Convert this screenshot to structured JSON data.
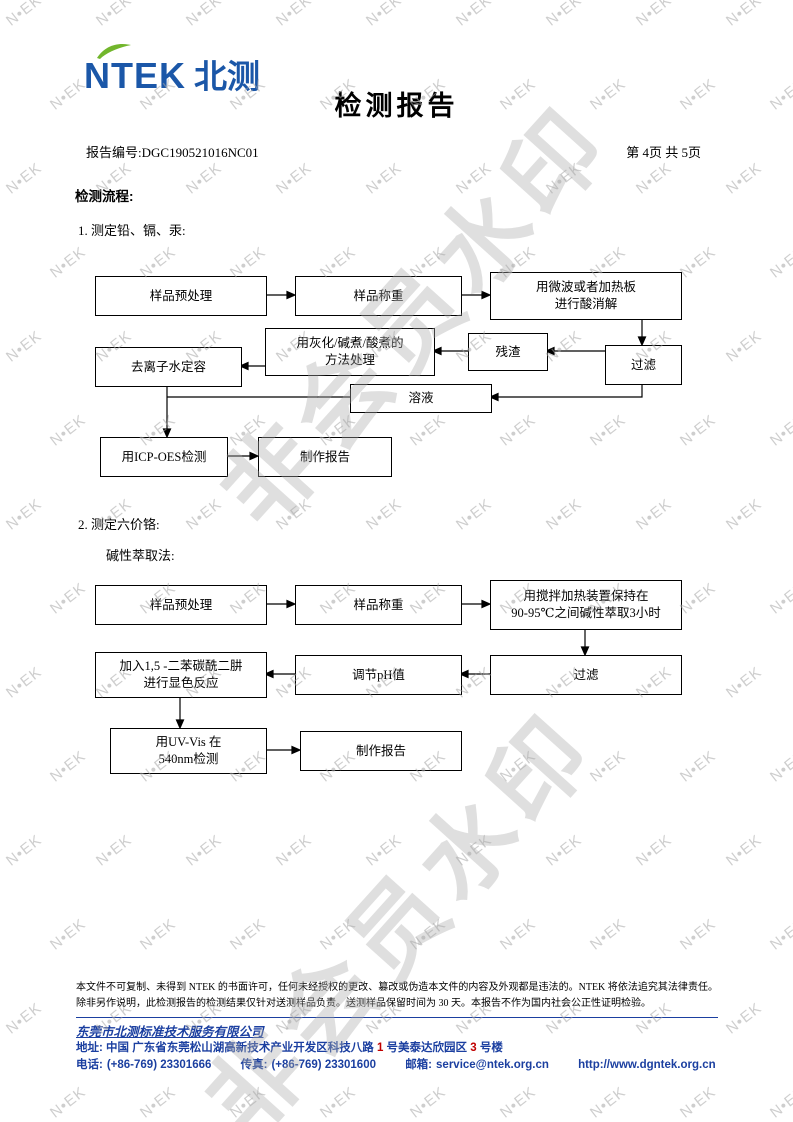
{
  "colors": {
    "brand_blue": "#1b57a8",
    "brand_green": "#72b62c",
    "footer_blue": "#1b3fa0",
    "accent_red": "#c00000"
  },
  "watermark": {
    "tile": "N•EK",
    "big": "非会员水印"
  },
  "header": {
    "logo_text": "NTEK",
    "logo_cn": "北测",
    "title": "检测报告",
    "report_label": "报告编号:",
    "report_no": "DGC190521016NC01",
    "page_info": "第 4页 共 5页"
  },
  "content": {
    "process_heading": "检测流程:",
    "section1_title": "1. 测定铅、镉、汞:",
    "section2_title": "2. 测定六价铬:",
    "section2_method": "碱性萃取法:"
  },
  "flow1": {
    "pretreat": "样品预处理",
    "weigh": "样品称重",
    "digest": "用微波或者加热板\n进行酸消解",
    "ash": "用灰化/碱煮/酸煮的\n方法处理",
    "residue": "残渣",
    "filter": "过滤",
    "volume": "去离子水定容",
    "solution": "溶液",
    "icp": "用ICP-OES检测",
    "report": "制作报告"
  },
  "flow2": {
    "pretreat": "样品预处理",
    "weigh": "样品称重",
    "extract": "用搅拌加热装置保持在\n90-95℃之间碱性萃取3小时",
    "filter": "过滤",
    "ph": "调节pH值",
    "reagent": "加入1,5 -二苯碳酰二肼\n进行显色反应",
    "uvvis": "用UV-Vis 在\n540nm检测",
    "report": "制作报告"
  },
  "footer": {
    "disclaimer": "本文件不可复制、未得到 NTEK 的书面许可，任何未经授权的更改、篡改或伪造本文件的内容及外观都是违法的。NTEK 将依法追究其法律责任。除非另作说明，此检测报告的检测结果仅针对送测样品负责。送测样品保留时间为 30 天。本报告不作为国内社会公正性证明检验。",
    "company": "东莞市北测标准技术服务有限公司",
    "address_label": "地址:",
    "address_parts": [
      "中国 广东省东莞松山湖高新技术产业开发区科技八路 ",
      "1",
      " 号美泰达欣园区 ",
      "3",
      " 号楼"
    ],
    "tel_label": "电话:",
    "tel": "(+86-769) 23301666",
    "fax_label": "传真:",
    "fax": "(+86-769) 23301600",
    "email_label": "邮箱:",
    "email": "service@ntek.org.cn",
    "website": "http://www.dgntek.org.cn"
  }
}
